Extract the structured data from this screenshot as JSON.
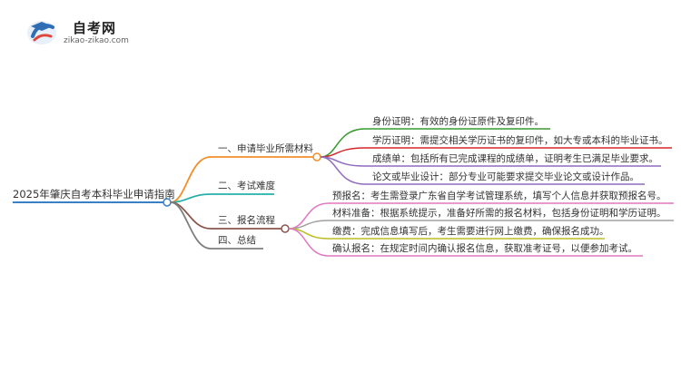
{
  "logo": {
    "title": "自考网",
    "subtitle": "zikao-zikao.com"
  },
  "mindmap": {
    "root": "2025年肇庆自考本科毕业申请指南",
    "branches": [
      {
        "label": "一、申请毕业所需材料",
        "color": "#f28e2b",
        "children": [
          {
            "text": "身份证明：有效的身份证原件及复印件。",
            "color": "#3a9a2e"
          },
          {
            "text": "学历证明：需提交相关学历证书的复印件，如大专或本科的毕业证书。",
            "color": "#d62728"
          },
          {
            "text": "成绩单：包括所有已完成课程的成绩单，证明考生已满足毕业要求。",
            "color": "#8e6bbf"
          },
          {
            "text": "论文或毕业设计：部分专业可能要求提交毕业论文或设计作品。",
            "color": "#8e6bbf"
          }
        ]
      },
      {
        "label": "二、考试难度",
        "color": "#26b0a8",
        "children": []
      },
      {
        "label": "三、报名流程",
        "color": "#8c564b",
        "children": [
          {
            "text": "预报名：考生需登录广东省自学考试管理系统，填写个人信息并获取预报名号。",
            "color": "#e377c2"
          },
          {
            "text": "材料准备：根据系统提示，准备好所需的报名材料，包括身份证明和学历证明。",
            "color": "#a0a0a0"
          },
          {
            "text": "缴费：完成信息填写后，考生需要进行网上缴费，确保报名成功。",
            "color": "#bcbd22"
          },
          {
            "text": "确认报名：在规定时间内确认报名信息，获取准考证号，以便参加考试。",
            "color": "#e377c2"
          }
        ]
      },
      {
        "label": "四、总结",
        "color": "#7f7f7f",
        "children": []
      }
    ]
  }
}
